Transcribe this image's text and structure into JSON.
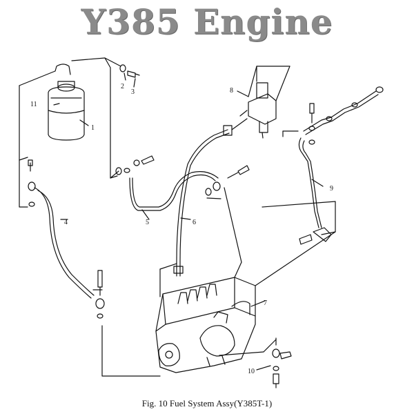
{
  "title": "Y385 Engine",
  "caption": "Fig. 10 Fuel System Assy(Y385T-1)",
  "callouts": [
    "1",
    "2",
    "3",
    "4",
    "5",
    "6",
    "7",
    "8",
    "9",
    "10",
    "11"
  ]
}
